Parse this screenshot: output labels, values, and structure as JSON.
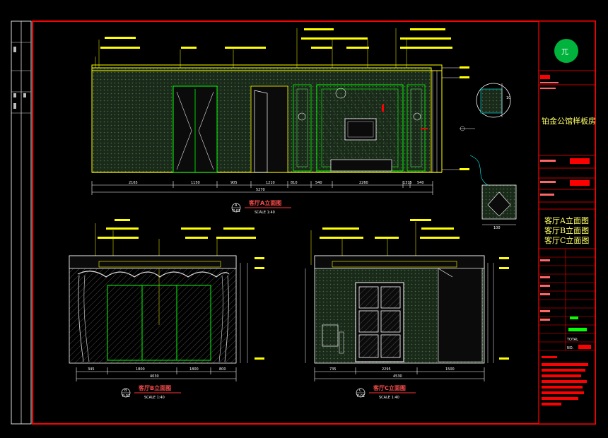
{
  "title_block": {
    "logo_glyph": "兀",
    "project_name": "铂金公馆样板房",
    "sheet_titles": [
      "客厅A立面图",
      "客厅B立面图",
      "客厅C立面图"
    ],
    "total_label": "TOTAL",
    "no_label": "NO."
  },
  "views": {
    "a": {
      "marker_top": "A",
      "marker_bottom": "P-01",
      "caption": "客厅A立面图",
      "scale": "SCALE 1:40",
      "overall_dim": "5270",
      "dims": [
        "2165",
        "1150",
        "905",
        "1210",
        "810",
        "540",
        "2260",
        "1315",
        "540"
      ]
    },
    "b": {
      "marker_top": "B",
      "marker_bottom": "P-01",
      "caption": "客厅B立面图",
      "scale": "SCALE 1:40",
      "overall_dim": "4030",
      "dims": [
        "345",
        "1800",
        "1800",
        "800"
      ]
    },
    "c": {
      "marker_top": "C",
      "marker_bottom": "P-01",
      "caption": "客厅C立面图",
      "scale": "SCALE 1:40",
      "overall_dim": "4530",
      "dims": [
        "735",
        "2295",
        "1500"
      ]
    },
    "detail_dims": [
      "10",
      "100"
    ]
  },
  "colors": {
    "frame": "#ff0000",
    "outline": "#ffff00",
    "door": "#00ff00",
    "hatch": "#5a7a4a",
    "dim": "#ffffff",
    "accent_cyan": "#00ffff",
    "accent_magenta": "#ff33ff"
  }
}
